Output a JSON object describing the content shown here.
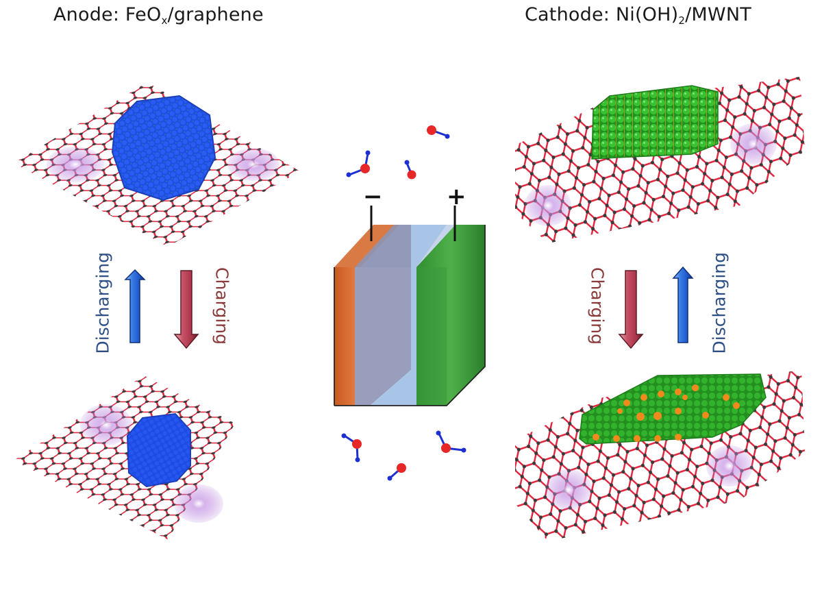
{
  "figure": {
    "anode": {
      "title_prefix": "Anode: FeO",
      "title_sub": "x",
      "title_suffix": "/graphene",
      "top_state": "FeOx nanoparticle (large) on graphene sheet",
      "bottom_state": "FeOx nanoparticle (small) on graphene sheet"
    },
    "cathode": {
      "title_prefix": "Cathode: Ni(OH)",
      "title_sub": "2",
      "title_suffix": "/MWNT",
      "top_state": "Ni(OH)2 plate on multi-walled carbon nanotube",
      "bottom_state": "NiOOH plate (with orange sites) on multi-walled carbon nanotube"
    },
    "left_arrows": {
      "up_label": "Discharging",
      "down_label": "Charging"
    },
    "right_arrows": {
      "down_label": "Charging",
      "up_label": "Discharging"
    },
    "cell": {
      "negative_terminal": "−",
      "positive_terminal": "+",
      "layers": [
        "anode (orange)",
        "separator (grey-blue)",
        "electrolyte (light blue)",
        "cathode (green)"
      ]
    },
    "colors": {
      "discharge_arrow": "#2f6fd6",
      "charge_arrow": "#b8485a",
      "discharge_text": "#2d4f86",
      "charge_text": "#8a3a3a",
      "graphene_bond": "#e0213a",
      "carbon_atom": "#3a3a3a",
      "feox_particle": "#1f4fe0",
      "niooh_particle": "#2fae2a",
      "orange_site": "#f08a1c",
      "anode_layer": "#d2692f",
      "separator_layer": "#8d94b4",
      "electrolyte_layer": "#a8c4e6",
      "cathode_layer": "#3c9a3c",
      "oxygen_atom": "#e82828",
      "hydrogen_atom": "#1d2fd0",
      "orbital": "#b27bd8"
    }
  }
}
